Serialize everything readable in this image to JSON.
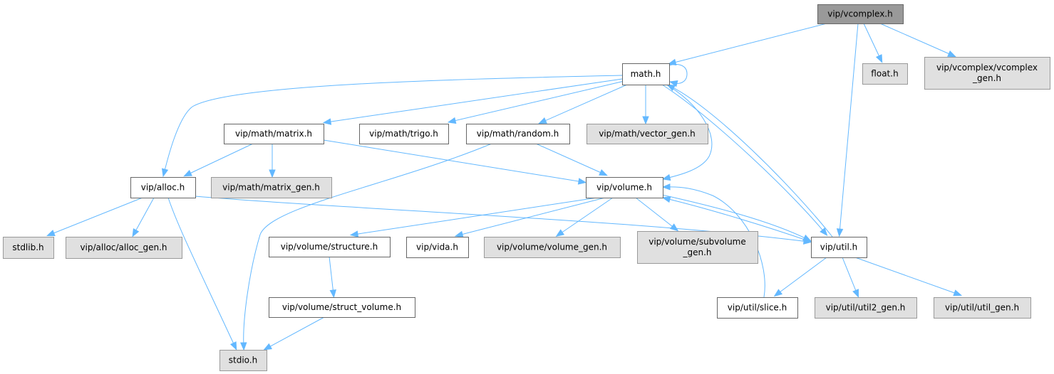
{
  "diagram": {
    "type": "include-dependency-graph",
    "colors": {
      "root_fill": "#999999",
      "documented_fill": "#ffffff",
      "external_fill": "#e0e0e0",
      "border": "#666666",
      "external_border": "#999999",
      "edge": "#63b8ff"
    },
    "nodes": [
      {
        "id": "vcomplex",
        "lines": [
          "vip/vcomplex.h"
        ],
        "kind": "root"
      },
      {
        "id": "math",
        "lines": [
          "math.h"
        ],
        "kind": "documented"
      },
      {
        "id": "float",
        "lines": [
          "float.h"
        ],
        "kind": "external"
      },
      {
        "id": "vcomplex_gen",
        "lines": [
          "vip/vcomplex/vcomplex",
          "_gen.h"
        ],
        "kind": "external"
      },
      {
        "id": "matrix",
        "lines": [
          "vip/math/matrix.h"
        ],
        "kind": "documented"
      },
      {
        "id": "trigo",
        "lines": [
          "vip/math/trigo.h"
        ],
        "kind": "documented"
      },
      {
        "id": "random",
        "lines": [
          "vip/math/random.h"
        ],
        "kind": "documented"
      },
      {
        "id": "vector_gen",
        "lines": [
          "vip/math/vector_gen.h"
        ],
        "kind": "external"
      },
      {
        "id": "alloc",
        "lines": [
          "vip/alloc.h"
        ],
        "kind": "documented"
      },
      {
        "id": "matrix_gen",
        "lines": [
          "vip/math/matrix_gen.h"
        ],
        "kind": "external"
      },
      {
        "id": "volume",
        "lines": [
          "vip/volume.h"
        ],
        "kind": "documented"
      },
      {
        "id": "stdlib",
        "lines": [
          "stdlib.h"
        ],
        "kind": "external"
      },
      {
        "id": "alloc_gen",
        "lines": [
          "vip/alloc/alloc_gen.h"
        ],
        "kind": "external"
      },
      {
        "id": "structure",
        "lines": [
          "vip/volume/structure.h"
        ],
        "kind": "documented"
      },
      {
        "id": "vida",
        "lines": [
          "vip/vida.h"
        ],
        "kind": "documented"
      },
      {
        "id": "volume_gen",
        "lines": [
          "vip/volume/volume_gen.h"
        ],
        "kind": "external"
      },
      {
        "id": "subvolume_gen",
        "lines": [
          "vip/volume/subvolume",
          "_gen.h"
        ],
        "kind": "external"
      },
      {
        "id": "util",
        "lines": [
          "vip/util.h"
        ],
        "kind": "documented"
      },
      {
        "id": "struct_volume",
        "lines": [
          "vip/volume/struct_volume.h"
        ],
        "kind": "documented"
      },
      {
        "id": "slice",
        "lines": [
          "vip/util/slice.h"
        ],
        "kind": "documented"
      },
      {
        "id": "util2_gen",
        "lines": [
          "vip/util/util2_gen.h"
        ],
        "kind": "external"
      },
      {
        "id": "util_gen",
        "lines": [
          "vip/util/util_gen.h"
        ],
        "kind": "external"
      },
      {
        "id": "stdio",
        "lines": [
          "stdio.h"
        ],
        "kind": "external"
      }
    ],
    "edges": [
      {
        "from": "vcomplex",
        "to": "math"
      },
      {
        "from": "vcomplex",
        "to": "float"
      },
      {
        "from": "vcomplex",
        "to": "vcomplex_gen"
      },
      {
        "from": "vcomplex",
        "to": "util"
      },
      {
        "from": "math",
        "to": "math"
      },
      {
        "from": "math",
        "to": "alloc"
      },
      {
        "from": "math",
        "to": "matrix"
      },
      {
        "from": "math",
        "to": "trigo"
      },
      {
        "from": "math",
        "to": "random"
      },
      {
        "from": "math",
        "to": "vector_gen"
      },
      {
        "from": "math",
        "to": "volume"
      },
      {
        "from": "math",
        "to": "util"
      },
      {
        "from": "matrix",
        "to": "alloc"
      },
      {
        "from": "matrix",
        "to": "matrix_gen"
      },
      {
        "from": "matrix",
        "to": "volume"
      },
      {
        "from": "random",
        "to": "volume"
      },
      {
        "from": "random",
        "to": "stdio"
      },
      {
        "from": "alloc",
        "to": "stdlib"
      },
      {
        "from": "alloc",
        "to": "alloc_gen"
      },
      {
        "from": "alloc",
        "to": "stdio"
      },
      {
        "from": "alloc",
        "to": "util"
      },
      {
        "from": "volume",
        "to": "structure"
      },
      {
        "from": "volume",
        "to": "vida"
      },
      {
        "from": "volume",
        "to": "volume_gen"
      },
      {
        "from": "volume",
        "to": "subvolume_gen"
      },
      {
        "from": "volume",
        "to": "util"
      },
      {
        "from": "structure",
        "to": "struct_volume"
      },
      {
        "from": "struct_volume",
        "to": "stdio"
      },
      {
        "from": "util",
        "to": "math"
      },
      {
        "from": "util",
        "to": "volume"
      },
      {
        "from": "util",
        "to": "slice"
      },
      {
        "from": "util",
        "to": "util2_gen"
      },
      {
        "from": "util",
        "to": "util_gen"
      },
      {
        "from": "slice",
        "to": "volume"
      }
    ]
  }
}
